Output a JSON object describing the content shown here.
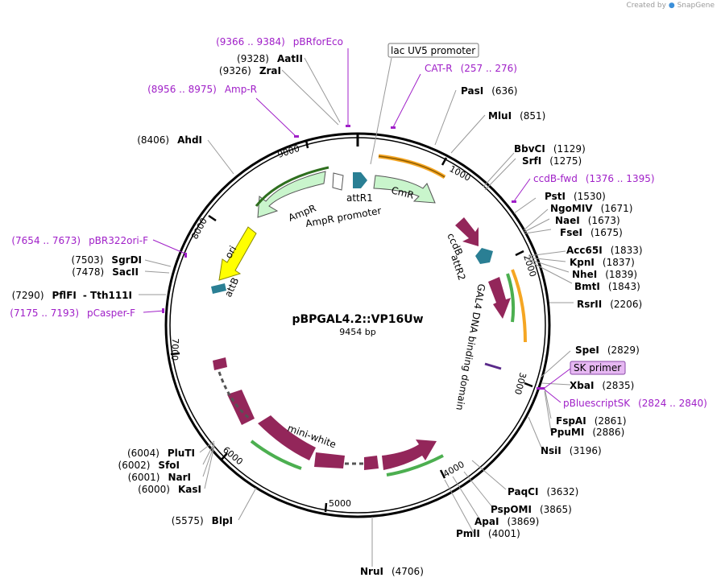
{
  "credit": {
    "prefix": "Created by",
    "brand": "SnapGene"
  },
  "plasmid": {
    "name": "pBPGAL4.2::VP16Uw",
    "size": "9454 bp",
    "length": 9454
  },
  "colors": {
    "primer": "#a020c8",
    "cds_dark": "#93265a",
    "cds_light": "#c9f5cc",
    "teal": "#2a7f94",
    "ori": "#ffff00",
    "orange": "#f5a623",
    "green": "#4caf50"
  },
  "ticks": [
    "1000",
    "2000",
    "3000",
    "4000",
    "5000",
    "6000",
    "7000",
    "8000",
    "9000"
  ],
  "features": {
    "cmr": "CmR",
    "ampr": "AmpR",
    "ampr_promoter": "AmpR promoter",
    "attr1": "attR1",
    "ccdb": "ccdB",
    "attr2": "attR2",
    "gal4": "GAL4 DNA binding domain",
    "mini_white": "mini-white",
    "ori": "ori",
    "attb": "attB",
    "lac_uv5": "lac UV5 promoter"
  },
  "enzymes": [
    {
      "id": "pasi",
      "name": "PasI",
      "pos": "(636)"
    },
    {
      "id": "mlui",
      "name": "MluI",
      "pos": "(851)"
    },
    {
      "id": "bbvci",
      "name": "BbvCI",
      "pos": "(1129)"
    },
    {
      "id": "srfi",
      "name": "SrfI",
      "pos": "(1275)"
    },
    {
      "id": "psti",
      "name": "PstI",
      "pos": "(1530)"
    },
    {
      "id": "ngomiv",
      "name": "NgoMIV",
      "pos": "(1671)"
    },
    {
      "id": "naei",
      "name": "NaeI",
      "pos": "(1673)"
    },
    {
      "id": "fsei",
      "name": "FseI",
      "pos": "(1675)"
    },
    {
      "id": "acc65i",
      "name": "Acc65I",
      "pos": "(1833)"
    },
    {
      "id": "kpni",
      "name": "KpnI",
      "pos": "(1837)"
    },
    {
      "id": "nhei",
      "name": "NheI",
      "pos": "(1839)"
    },
    {
      "id": "bmti",
      "name": "BmtI",
      "pos": "(1843)"
    },
    {
      "id": "rsrii",
      "name": "RsrII",
      "pos": "(2206)"
    },
    {
      "id": "spei",
      "name": "SpeI",
      "pos": "(2829)"
    },
    {
      "id": "xbai",
      "name": "XbaI",
      "pos": "(2835)"
    },
    {
      "id": "fspai",
      "name": "FspAI",
      "pos": "(2861)"
    },
    {
      "id": "ppumi",
      "name": "PpuMI",
      "pos": "(2886)"
    },
    {
      "id": "nsii",
      "name": "NsiI",
      "pos": "(3196)"
    },
    {
      "id": "paqci",
      "name": "PaqCI",
      "pos": "(3632)"
    },
    {
      "id": "pspomi",
      "name": "PspOMI",
      "pos": "(3865)"
    },
    {
      "id": "apai",
      "name": "ApaI",
      "pos": "(3869)"
    },
    {
      "id": "pmli",
      "name": "PmlI",
      "pos": "(4001)"
    },
    {
      "id": "nrui",
      "name": "NruI",
      "pos": "(4706)"
    },
    {
      "id": "blpi",
      "name": "BlpI",
      "pos": "(5575)"
    },
    {
      "id": "pluti",
      "name": "PluTI",
      "pos": "(6004)"
    },
    {
      "id": "sfoi",
      "name": "SfoI",
      "pos": "(6002)"
    },
    {
      "id": "nari",
      "name": "NarI",
      "pos": "(6001)"
    },
    {
      "id": "kasi",
      "name": "KasI",
      "pos": "(6000)"
    },
    {
      "id": "pflfi",
      "name": "PflFI",
      "extra": "- Tth111I",
      "pos": "(7290)"
    },
    {
      "id": "sacii",
      "name": "SacII",
      "pos": "(7478)"
    },
    {
      "id": "sgrdi",
      "name": "SgrDI",
      "pos": "(7503)"
    },
    {
      "id": "ahdi",
      "name": "AhdI",
      "pos": "(8406)"
    },
    {
      "id": "zrai",
      "name": "ZraI",
      "pos": "(9326)"
    },
    {
      "id": "aatii",
      "name": "AatII",
      "pos": "(9328)"
    }
  ],
  "primers": [
    {
      "id": "pbrforeco",
      "name": "pBRforEco",
      "range": "(9366 .. 9384)"
    },
    {
      "id": "ampr",
      "name": "Amp-R",
      "range": "(8956 .. 8975)"
    },
    {
      "id": "catr",
      "name": "CAT-R",
      "range": "(257 .. 276)"
    },
    {
      "id": "ccdbfwd",
      "name": "ccdB-fwd",
      "range": "(1376 .. 1395)"
    },
    {
      "id": "pbr322",
      "name": "pBR322ori-F",
      "range": "(7654 .. 7673)"
    },
    {
      "id": "pcasper",
      "name": "pCasper-F",
      "range": "(7175 .. 7193)"
    },
    {
      "id": "skprimer",
      "name": "SK primer"
    },
    {
      "id": "pbluescript",
      "name": "pBluescriptSK",
      "range": "(2824 .. 2840)"
    }
  ]
}
